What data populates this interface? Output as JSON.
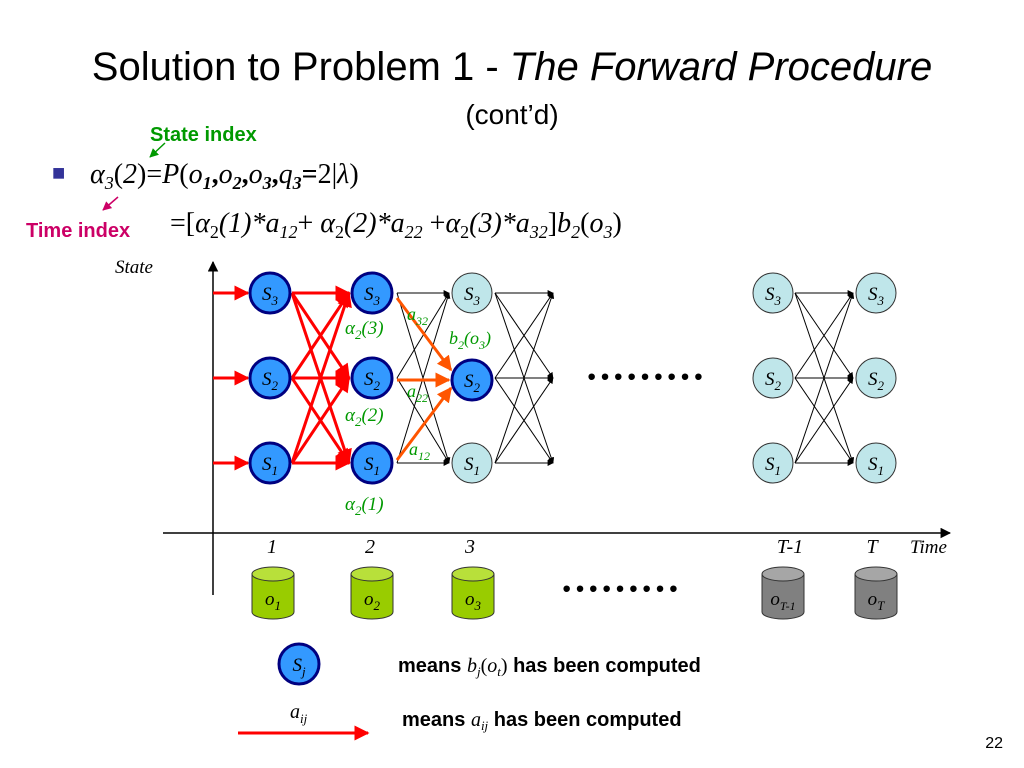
{
  "title": {
    "main": "Solution to Problem 1 - ",
    "italic": "The Forward Procedure",
    "cont": "(cont’d)"
  },
  "annotations": {
    "state_index": "State index",
    "time_index": "Time index"
  },
  "bullet": "■",
  "equation1": {
    "alpha": "α",
    "t": "3",
    "open": "(",
    "i": "2",
    "close": ")=",
    "P": "P",
    "lparen": "(",
    "o": "o",
    "s1": "1",
    "comma": ",",
    "s2": "2",
    "s3": "3",
    "q": "q",
    "eq": "=",
    "two": "2",
    "bar": "|",
    "lambda": "λ",
    "rparen": ")"
  },
  "equation2": {
    "text_parts": [
      "=[",
      "α",
      "2",
      "(1)*",
      "a",
      "12",
      "+  ",
      "α",
      "2",
      "(2)*",
      "a",
      "22",
      " +",
      "α",
      "2",
      "(3)*",
      "a",
      "32",
      "]",
      "b",
      "2",
      "(",
      "o",
      "3",
      ")"
    ]
  },
  "axes": {
    "y_label": "State",
    "x_label": "Time",
    "time_ticks": [
      "1",
      "2",
      "3",
      "T-1",
      "T"
    ]
  },
  "state_nodes": {
    "s": "S",
    "sub3": "3",
    "sub2": "2",
    "sub1": "1"
  },
  "edge_labels": {
    "a32": "a",
    "a32_sub": "32",
    "a22": "a",
    "a22_sub": "22",
    "a12": "a",
    "a12_sub": "12",
    "alpha3": "α",
    "alpha3_rest": "(3)",
    "alpha2": "α",
    "alpha2_rest": "(2)",
    "alpha1": "α",
    "alpha1_rest": "(1)",
    "alpha_sub": "2",
    "b": "b",
    "b_sub": "2",
    "b_rest_open": "(",
    "b_o": "o",
    "b_o_sub": "3",
    "b_rest_close": ")"
  },
  "ellipsis": "·········",
  "observations": [
    {
      "o": "o",
      "sub": "1"
    },
    {
      "o": "o",
      "sub": "2"
    },
    {
      "o": "o",
      "sub": "3"
    },
    {
      "o": "o",
      "sub": "T-1"
    },
    {
      "o": "o",
      "sub": "T"
    }
  ],
  "legend": {
    "node_s": "S",
    "node_sub": "j",
    "means1": "means ",
    "bj": "b",
    "bj_sub": "j",
    "bj_arg_open": "(",
    "bj_o": "o",
    "bj_o_sub": "t",
    "bj_arg_close": ")",
    "computed1": "  has been computed",
    "aij": "a",
    "aij_sub": "ij",
    "means2": "means ",
    "aij2": "a",
    "aij2_sub": "ij",
    "computed2": "  has been computed"
  },
  "page_number": "22",
  "colors": {
    "blue_node": "#3399ff",
    "blue_border": "#000080",
    "light_node": "#bfe6ea",
    "red_edge": "#ff0000",
    "orange_edge": "#ff5500",
    "green_text": "#009900",
    "magenta_text": "#cc0066",
    "cyl_green": "#99cc00",
    "cyl_gray": "#808080"
  }
}
